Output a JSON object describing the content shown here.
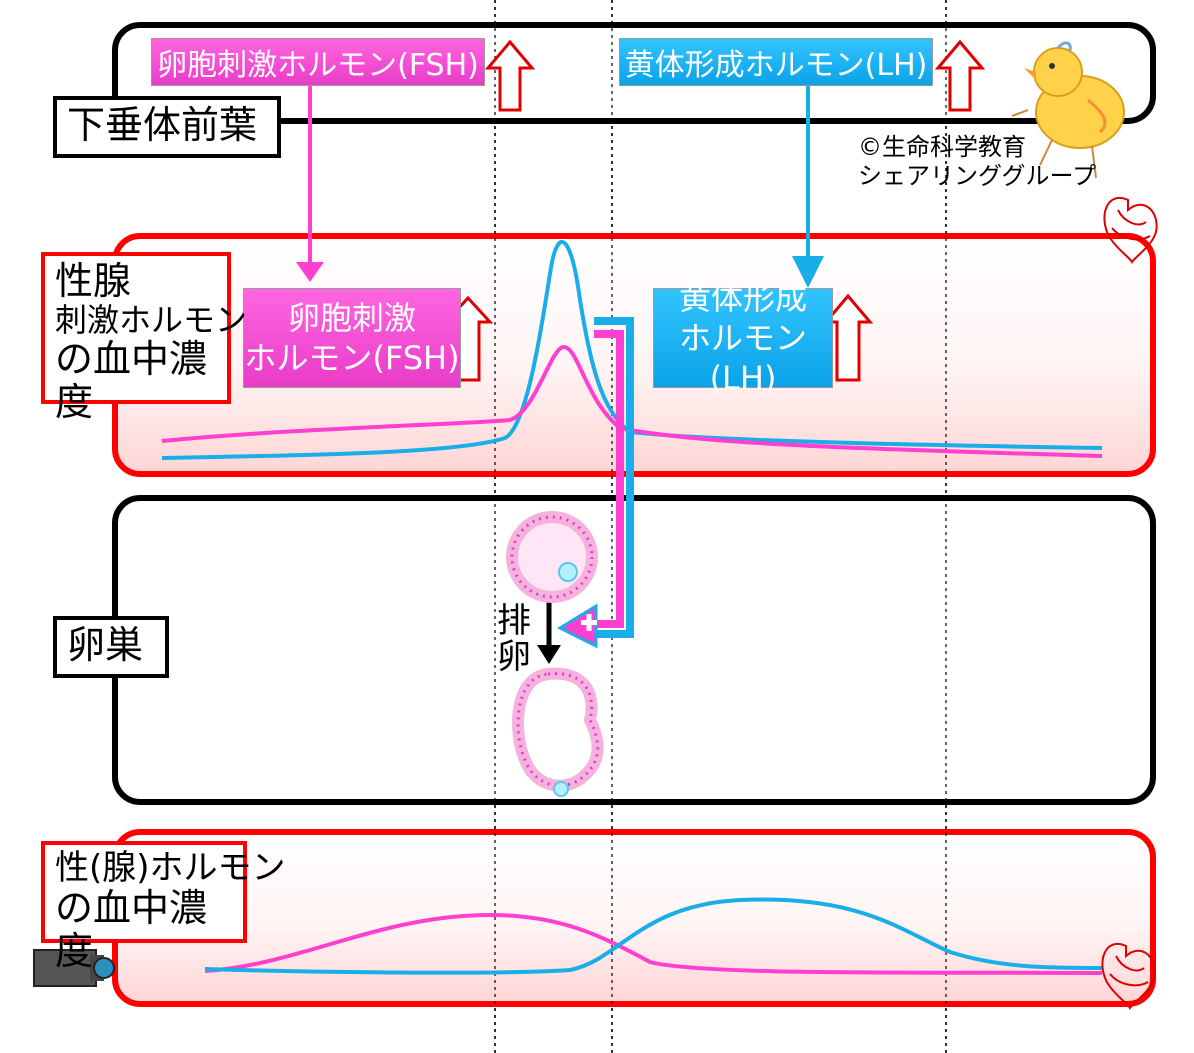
{
  "labels": {
    "pituitary": "下垂体前葉",
    "gonadotropin": [
      "性腺",
      "刺激ホルモン",
      "の血中濃度"
    ],
    "ovary": "卵巣",
    "sex_hormone": [
      "性(腺)ホルモン",
      "の血中濃度"
    ]
  },
  "top_boxes": {
    "fsh": "卵胞刺激ホルモン(FSH)",
    "lh": "黄体形成ホルモン(LH)"
  },
  "mid_boxes": {
    "fsh": [
      "卵胞刺激",
      "ホルモン(FSH)"
    ],
    "lh": [
      "黄体形成",
      "ホルモン(LH)"
    ]
  },
  "ovulation": [
    "排",
    "卵"
  ],
  "copyright": [
    "©生命科学教育",
    "シェアリンググループ"
  ],
  "colors": {
    "fsh": "#ff3fcf",
    "lh": "#1aaee8",
    "panel_red": "#ff0000"
  },
  "icons": [
    "up-arrow-icon",
    "heart-icon",
    "camera-icon",
    "chick-icon",
    "plus-icon"
  ]
}
